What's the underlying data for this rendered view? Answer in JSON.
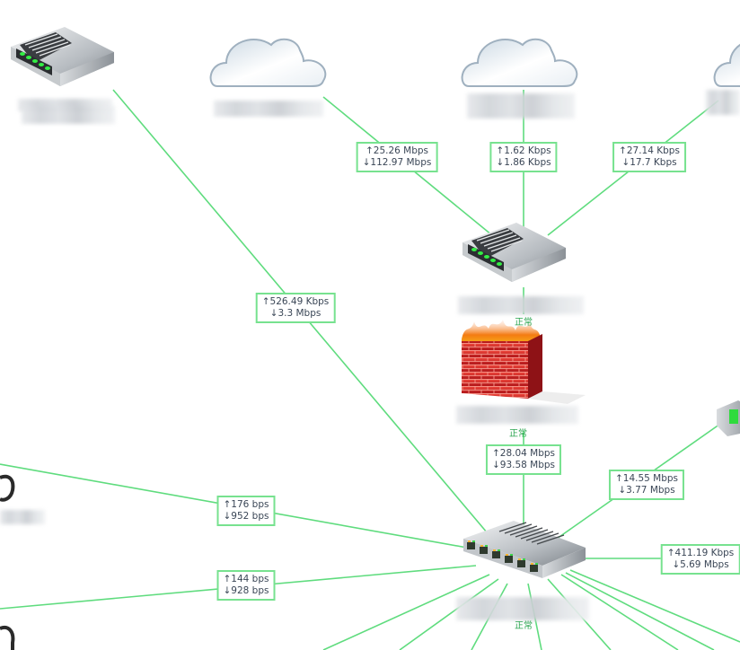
{
  "diagram": {
    "title": "Network topology",
    "link_color": "#5fdc7e",
    "status_color": "#2aa44f",
    "nodes": [
      {
        "id": "router-topleft",
        "type": "router-icon",
        "label": "",
        "status": ""
      },
      {
        "id": "cloud-1",
        "type": "cloud-icon",
        "label": "",
        "status": ""
      },
      {
        "id": "cloud-2",
        "type": "cloud-icon",
        "label": "",
        "status": ""
      },
      {
        "id": "cloud-3",
        "type": "cloud-icon",
        "label": "",
        "status": ""
      },
      {
        "id": "router-center",
        "type": "router-icon",
        "label": "",
        "status": "正常"
      },
      {
        "id": "firewall",
        "type": "firewall-icon",
        "label": "",
        "status": "正常"
      },
      {
        "id": "switch-core",
        "type": "switch-icon",
        "label": "",
        "status": "正常"
      },
      {
        "id": "device-right",
        "type": "switch-icon",
        "label": "",
        "status": ""
      },
      {
        "id": "device-left-1",
        "type": "device-icon",
        "label": "",
        "status": ""
      },
      {
        "id": "device-left-2",
        "type": "device-icon",
        "label": "",
        "status": ""
      }
    ],
    "links": [
      {
        "from": "cloud-1",
        "to": "router-center",
        "up": "↑25.26 Mbps",
        "down": "↓112.97 Mbps"
      },
      {
        "from": "cloud-2",
        "to": "router-center",
        "up": "↑1.62 Kbps",
        "down": "↓1.86 Kbps"
      },
      {
        "from": "cloud-3",
        "to": "router-center",
        "up": "↑27.14 Kbps",
        "down": "↓17.7 Kbps"
      },
      {
        "from": "router-topleft",
        "to": "switch-core",
        "up": "↑526.49 Kbps",
        "down": "↓3.3 Mbps"
      },
      {
        "from": "firewall",
        "to": "switch-core",
        "up": "↑28.04 Mbps",
        "down": "↓93.58 Mbps"
      },
      {
        "from": "device-right",
        "to": "switch-core",
        "up": "↑14.55 Mbps",
        "down": "↓3.77 Mbps"
      },
      {
        "from": "device-left-1",
        "to": "switch-core",
        "up": "↑176 bps",
        "down": "↓952 bps"
      },
      {
        "from": "device-left-2",
        "to": "switch-core",
        "up": "↑144 bps",
        "down": "↓928 bps"
      },
      {
        "from": "offscreen-right",
        "to": "switch-core",
        "up": "↑411.19 Kbps",
        "down": "↓5.69 Mbps"
      }
    ]
  }
}
